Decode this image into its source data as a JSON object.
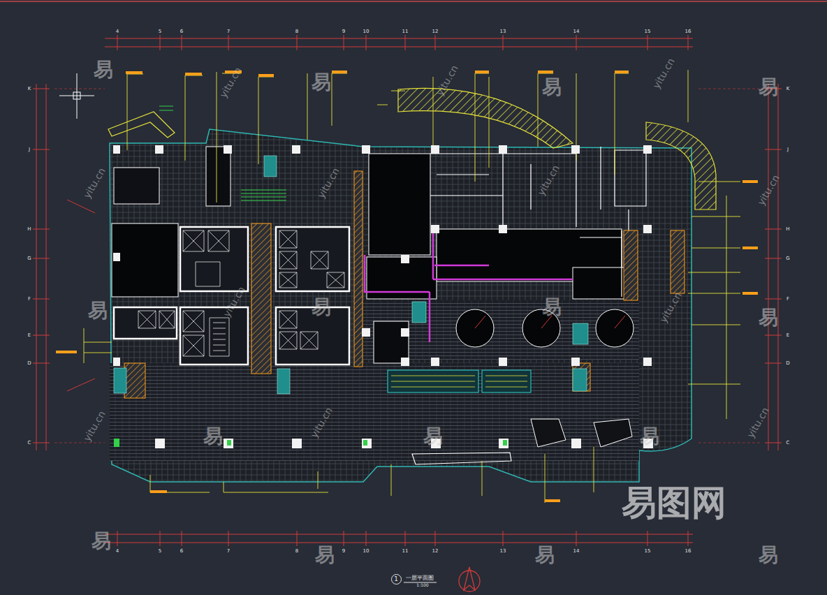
{
  "diagram": {
    "title": "一层平面图",
    "nodes": [
      {
        "text": [
          "1"
        ]
      }
    ],
    "labels": [
      "4",
      "5",
      "6",
      "7",
      "8",
      "9",
      "10",
      "11",
      "12",
      "13",
      "14",
      "15",
      "16",
      "4",
      "5",
      "6",
      "7",
      "8",
      "9",
      "10",
      "11",
      "12",
      "13",
      "14",
      "15",
      "16",
      "K",
      "J",
      "H",
      "G",
      "F",
      "E",
      "D",
      "C",
      "K",
      "J",
      "H",
      "G",
      "F",
      "E",
      "D",
      "C",
      "易",
      "易",
      "易",
      "易",
      "易",
      "易",
      "易",
      "易",
      "易",
      "易",
      "易",
      "易",
      "易",
      "易",
      "易",
      "yitu.cn",
      "yitu.cn",
      "yitu.cn",
      "yitu.cn",
      "yitu.cn",
      "yitu.cn",
      "yitu.cn",
      "yitu.cn",
      "yitu.cn",
      "yitu.cn",
      "yitu.cn",
      "yitu.cn",
      "易图网",
      "1:100"
    ]
  }
}
